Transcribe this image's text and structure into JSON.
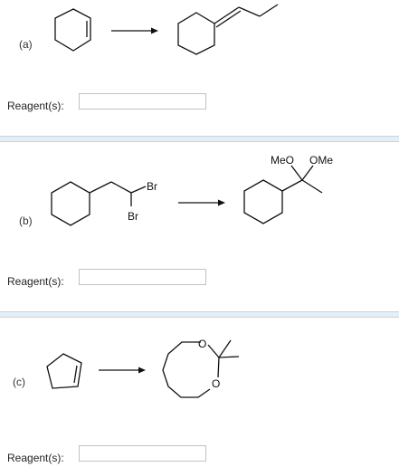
{
  "parts": [
    {
      "label": "(a)",
      "reagent_label": "Reagent(s):",
      "reagent_value": "",
      "structures": {
        "start": "cyclohexene",
        "product": "propylidene-cyclohexane",
        "arrow": "right-arrow"
      }
    },
    {
      "label": "(b)",
      "reagent_label": "Reagent(s):",
      "reagent_value": "",
      "structures": {
        "start": "2,2-dibromoethyl-cyclohexane",
        "product": "dimethyl-acetal-cyclohexane",
        "arrow": "right-arrow"
      },
      "atom_labels": {
        "br1": "Br",
        "br2": "Br",
        "ome1": "MeO",
        "ome2": "OMe"
      }
    },
    {
      "label": "(c)",
      "reagent_label": "Reagent(s):",
      "reagent_value": "",
      "structures": {
        "start": "cyclopentene",
        "product": "dioxocane-acetonide",
        "arrow": "right-arrow"
      },
      "atom_labels": {
        "o1": "O",
        "o2": "O"
      }
    }
  ]
}
